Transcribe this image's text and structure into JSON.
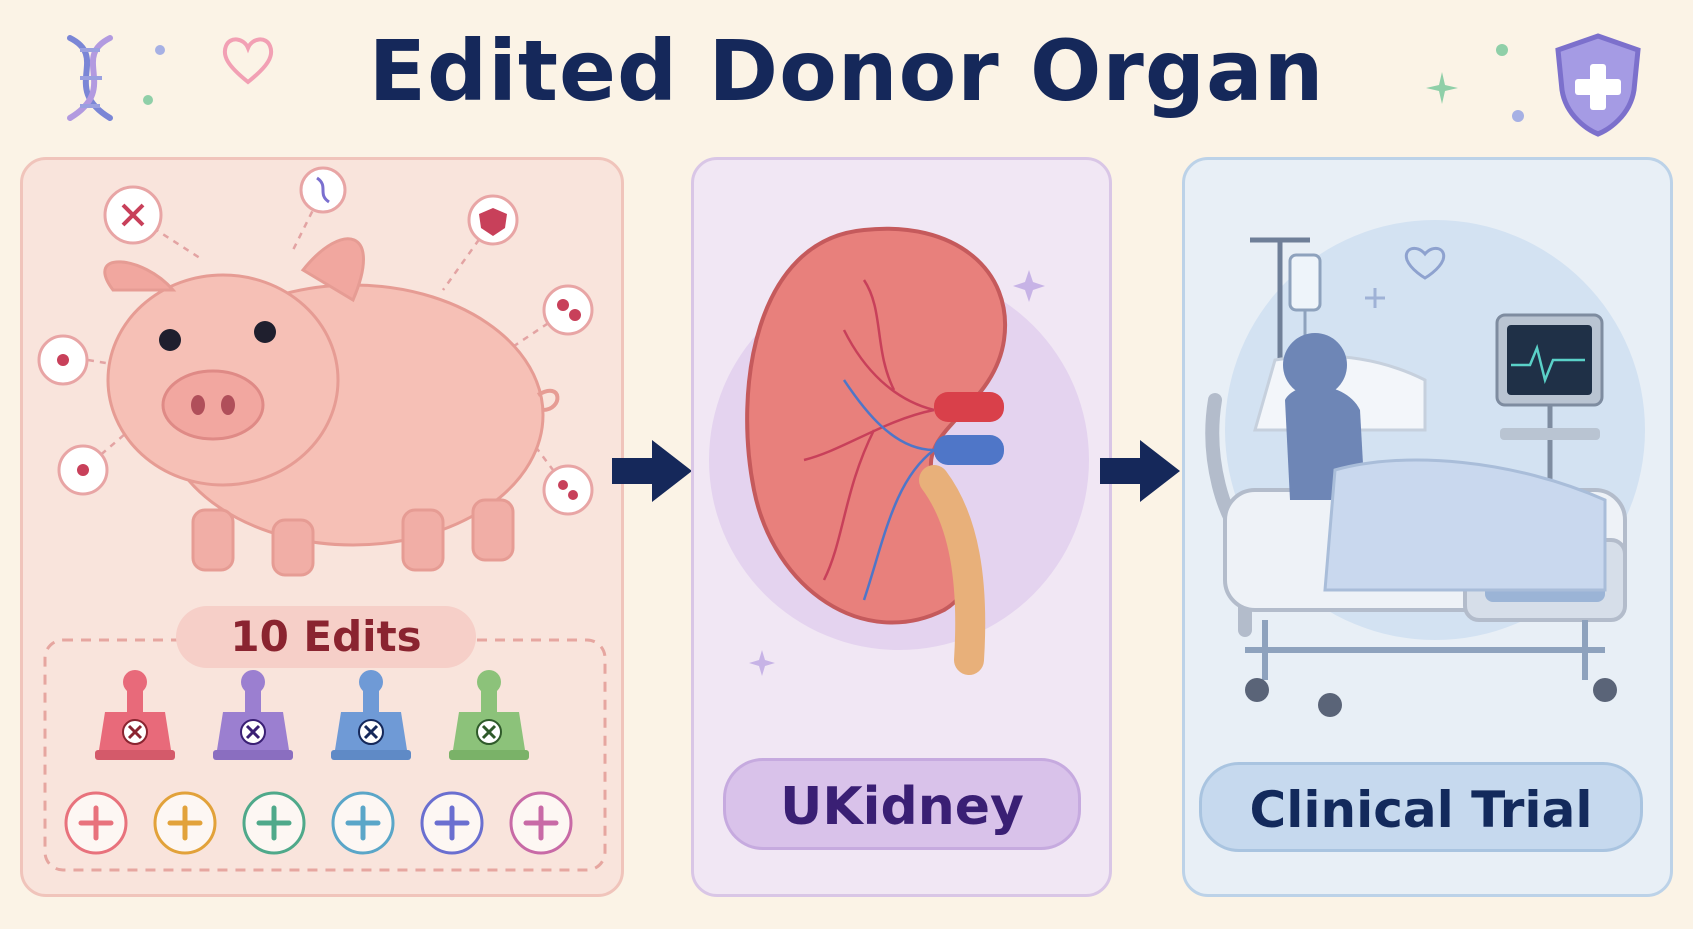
{
  "title": "Edited Donor Organ",
  "stages": [
    {
      "label": "10 Edits",
      "icon": "pig-icon"
    },
    {
      "label": "UKidney",
      "icon": "kidney-icon"
    },
    {
      "label": "Clinical Trial",
      "icon": "hospital-bed-icon"
    }
  ],
  "colors": {
    "title": "#15285a",
    "pig_panel": "#f9e4dc",
    "kidney_panel": "#f1e7f4",
    "trial_panel": "#e8eff6",
    "arrow": "#15285a"
  },
  "knockout_stamps": [
    "#e86a7a",
    "#9b7fd0",
    "#6f9ad6",
    "#8cc27a"
  ],
  "insert_circles": [
    "#e8727c",
    "#e2a23a",
    "#4fa98a",
    "#5aa6c8",
    "#6a6fd0",
    "#c86aa6"
  ]
}
